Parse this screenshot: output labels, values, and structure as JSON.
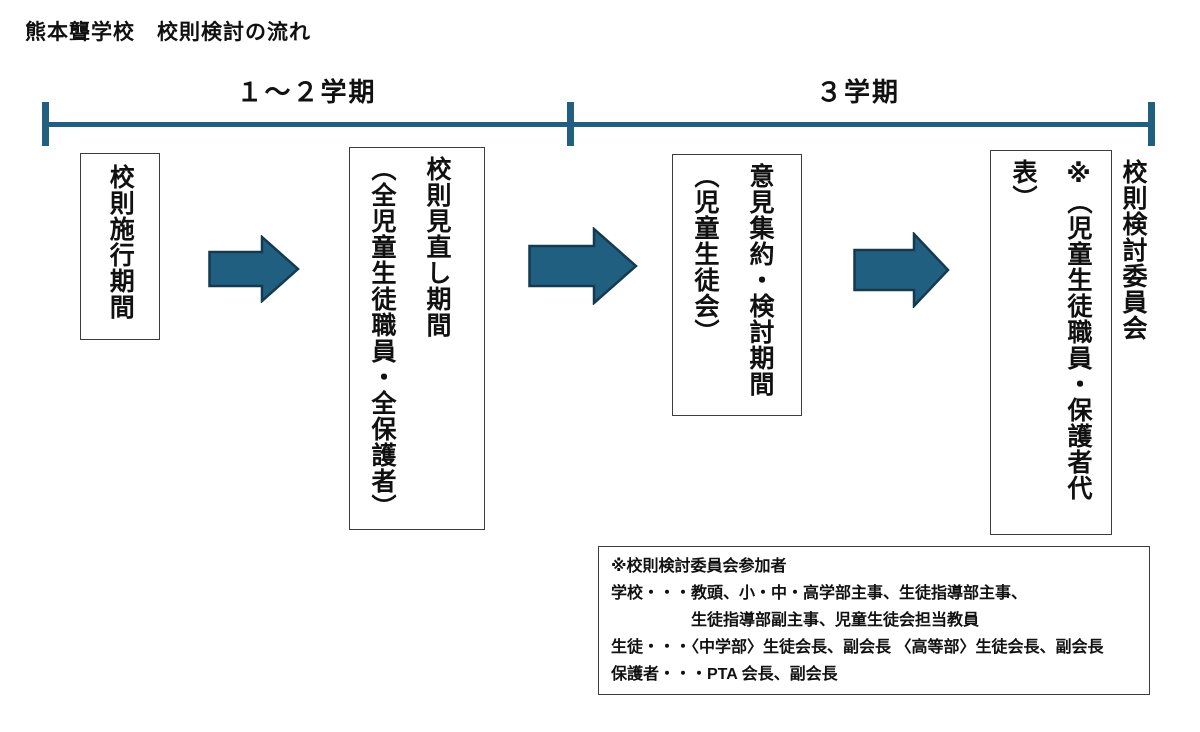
{
  "page": {
    "title": "熊本聾学校　校則検討の流れ"
  },
  "theme": {
    "accent": "#215f80",
    "accent_dark": "#143a50",
    "box_border": "#3d3d3d"
  },
  "timeline": {
    "segments": [
      {
        "label": "１～２学期"
      },
      {
        "label": "３学期"
      }
    ]
  },
  "flow": {
    "boxes": [
      {
        "columns": [
          "校則施行期間"
        ]
      },
      {
        "columns": [
          "校則見直し期間",
          "（全児童生徒職員・全保護者）"
        ]
      },
      {
        "columns": [
          "意見集約・検討期間",
          "（児童生徒会）"
        ]
      },
      {
        "columns": [
          "校則検討委員会",
          "※（児童生徒職員・保護者代表）"
        ]
      }
    ]
  },
  "note": {
    "lines": [
      "※校則検討委員会参加者",
      "学校・・・教頭、小・中・高学部主事、生徒指導部主事、",
      "　　　　　生徒指導部副主事、児童生徒会担当教員",
      "生徒・・・〈中学部〉生徒会長、副会長 〈高等部〉生徒会長、副会長",
      "保護者・・・PTA 会長、副会長"
    ]
  }
}
